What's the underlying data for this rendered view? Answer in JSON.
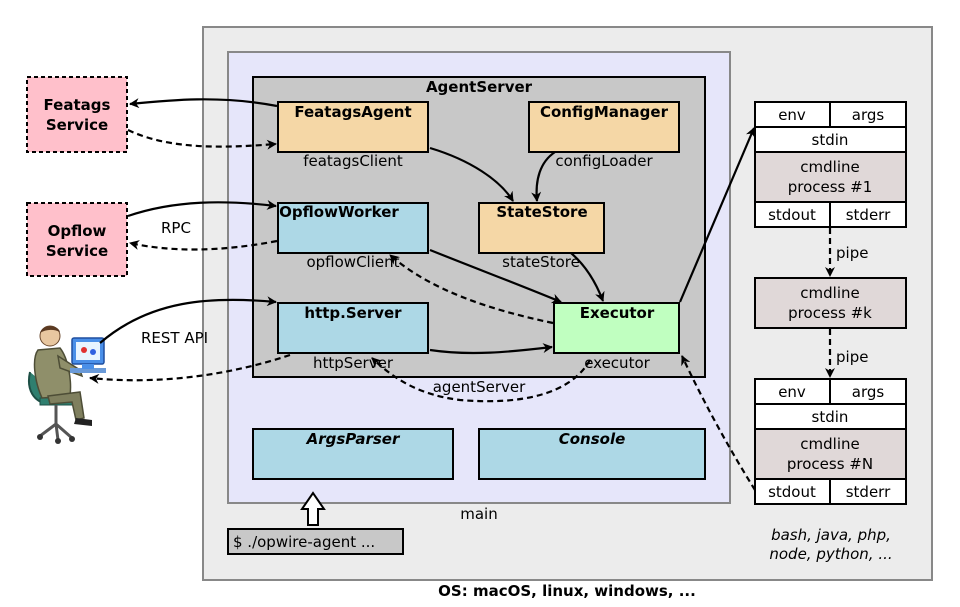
{
  "os_label": "OS: macOS, linux, windows, ...",
  "main_label": "main",
  "agent_server": {
    "title": "AgentServer",
    "components": {
      "featags_agent": {
        "name": "FeatagsAgent",
        "instance": "featagsClient"
      },
      "config_manager": {
        "name": "ConfigManager",
        "instance": "configLoader"
      },
      "opflow_worker": {
        "name": "OpflowWorker",
        "instance": "opflowClient"
      },
      "state_store": {
        "name": "StateStore",
        "instance": "stateStore"
      },
      "http_server": {
        "name": "http.Server",
        "instance": "httpServer"
      },
      "executor": {
        "name": "Executor",
        "instance": "executor"
      }
    },
    "agent_server_ref": "agentServer"
  },
  "args_parser": "ArgsParser",
  "console": "Console",
  "command": "$ ./opwire-agent ...",
  "external": {
    "featags": {
      "line1": "Featags",
      "line2": "Service"
    },
    "opflow": {
      "line1": "Opflow",
      "line2": "Service"
    },
    "rpc_label": "RPC",
    "rest_label": "REST API"
  },
  "processes": [
    {
      "env": "env",
      "args": "args",
      "stdin": "stdin",
      "line1": "cmdline",
      "line2": "process #1",
      "stdout": "stdout",
      "stderr": "stderr"
    },
    {
      "line1": "cmdline",
      "line2": "process #k"
    },
    {
      "env": "env",
      "args": "args",
      "stdin": "stdin",
      "line1": "cmdline",
      "line2": "process #N",
      "stdout": "stdout",
      "stderr": "stderr"
    }
  ],
  "pipe_label": "pipe",
  "languages": {
    "line1": "bash, java, php,",
    "line2": "node, python, ..."
  },
  "colors": {
    "os_bg": "#ececec",
    "main_bg": "#e6e6fa",
    "agent_bg": "#c8c8c8",
    "tan": "#f5d7a6",
    "blue": "#add8e6",
    "green": "#c0ffc0",
    "pink": "#ffc0cb",
    "process": "#e0d8d8"
  }
}
